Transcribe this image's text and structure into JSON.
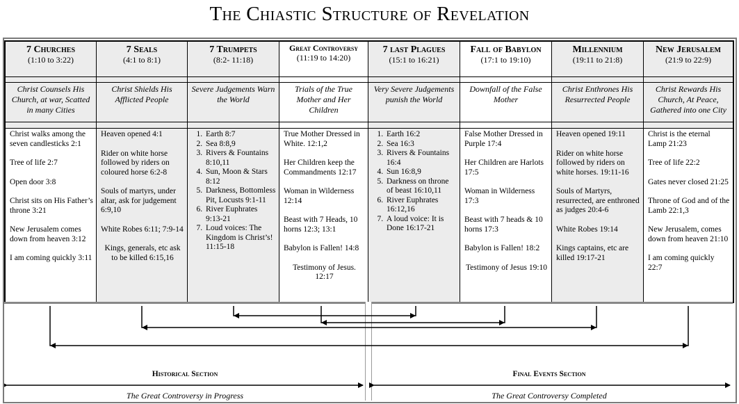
{
  "title": "The Chiastic Structure of Revelation",
  "columns": [
    {
      "name": "7 Churches",
      "ref": "(1:10 to 3:22)",
      "theme": "Christ Counsels His Church, at war, Scatted in many Cities",
      "items": [
        "Christ walks among the seven candlesticks 2:1",
        "Tree of life 2:7",
        "Open door 3:8",
        "Christ sits on His Father’s throne 3:21",
        "New Jerusalem comes down from heaven 3:12",
        "I am coming quickly 3:11"
      ]
    },
    {
      "name": "7 Seals",
      "ref": "(4:1 to 8:1)",
      "theme": "Christ Shields His Afflicted People",
      "items": [
        "Heaven opened 4:1",
        "Rider on white horse followed by riders on coloured horse 6:2-8",
        "Souls of martyrs, under altar, ask for judgement 6:9,10",
        "White Robes 6:11; 7:9-14",
        "Kings, generals, etc ask to be killed 6:15,16"
      ]
    },
    {
      "name": "7 Trumpets",
      "ref": "(8:2- 11:18)",
      "theme": "Severe Judgements Warn the World",
      "items": [
        "Earth 8:7",
        "Sea 8:8,9",
        "Rivers & Fountains 8:10,11",
        "Sun, Moon & Stars 8:12",
        "Darkness, Bottomless Pit, Locusts 9:1-11",
        "River Euphrates 9:13-21",
        "Loud voices: The Kingdom is Christ’s! 11:15-18"
      ]
    },
    {
      "name": "Great Controversy",
      "ref": "(11:19 to 14:20)",
      "theme": "Trials of the True Mother and Her Children",
      "items": [
        "True Mother Dressed in White. 12:1,2",
        "Her Children keep the Commandments 12:17",
        "Woman in Wilderness 12:14",
        "Beast with 7 Heads, 10 horns 12:3; 13:1",
        "Babylon is Fallen! 14:8",
        "Testimony of Jesus. 12:17"
      ]
    },
    {
      "name": "7 last Plagues",
      "ref": "(15:1 to 16:21)",
      "theme": "Very Severe Judgements punish the World",
      "items": [
        "Earth 16:2",
        "Sea 16:3",
        "Rivers & Fountains 16:4",
        "Sun 16:8,9",
        "Darkness on throne of beast 16:10,11",
        "River Euphrates 16:12,16",
        "A loud voice: It is Done 16:17-21"
      ]
    },
    {
      "name": "Fall of Babylon",
      "ref": "(17:1 to 19:10)",
      "theme": "Downfall of the False Mother",
      "items": [
        "False Mother Dressed in Purple 17:4",
        "Her Children are Harlots 17:5",
        "Woman in Wilderness 17:3",
        "Beast with 7 heads & 10 horns 17:3",
        "Babylon is Fallen! 18:2",
        "Testimony of Jesus 19:10"
      ]
    },
    {
      "name": "Millennium",
      "ref": "(19:11 to 21:8)",
      "theme": "Christ Enthrones His Resurrected People",
      "items": [
        "Heaven opened 19:11",
        "Rider on white horse followed by riders on white horses. 19:11-16",
        "Souls of Martyrs, resurrected, are enthroned as judges 20:4-6",
        "White Robes 19:14",
        "Kings captains, etc are killed 19:17-21"
      ]
    },
    {
      "name": "New Jerusalem",
      "ref": "(21:9 to 22:9)",
      "theme": "Christ Rewards His Church, At Peace, Gathered into one City",
      "items": [
        "Christ is the eternal Lamp 21:23",
        "Tree of life 22:2",
        "Gates never closed 21:25",
        "Throne of God and of the Lamb 22:1,3",
        "New Jerusalem, comes down from heaven 21:10",
        "I am coming quickly 22:7"
      ]
    }
  ],
  "sections": {
    "historical": {
      "label": "Historical Section",
      "subtitle": "The Great Controversy in Progress"
    },
    "final": {
      "label": "Final Events Section",
      "subtitle": "The Great Controversy Completed"
    }
  }
}
